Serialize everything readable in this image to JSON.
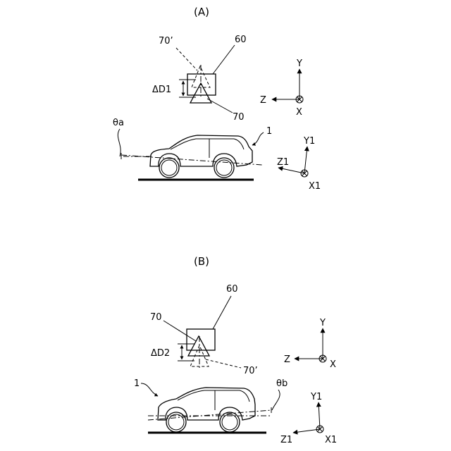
{
  "panel_a": {
    "caption": "(A)",
    "label_70prime": "70’",
    "label_60": "60",
    "label_delta": "ΔD1",
    "label_70": "70",
    "label_theta": "θa",
    "label_vehicle": "1",
    "axes_world": {
      "y": "Y",
      "z": "Z",
      "x": "X"
    },
    "axes_vehicle": {
      "y": "Y1",
      "z": "Z1",
      "x": "X1"
    }
  },
  "panel_b": {
    "caption": "(B)",
    "label_60": "60",
    "label_70": "70",
    "label_delta": "ΔD2",
    "label_70prime": "70’",
    "label_vehicle": "1",
    "label_theta": "θb",
    "axes_world": {
      "y": "Y",
      "z": "Z",
      "x": "X"
    },
    "axes_vehicle": {
      "y": "Y1",
      "z": "Z1",
      "x": "X1"
    }
  }
}
